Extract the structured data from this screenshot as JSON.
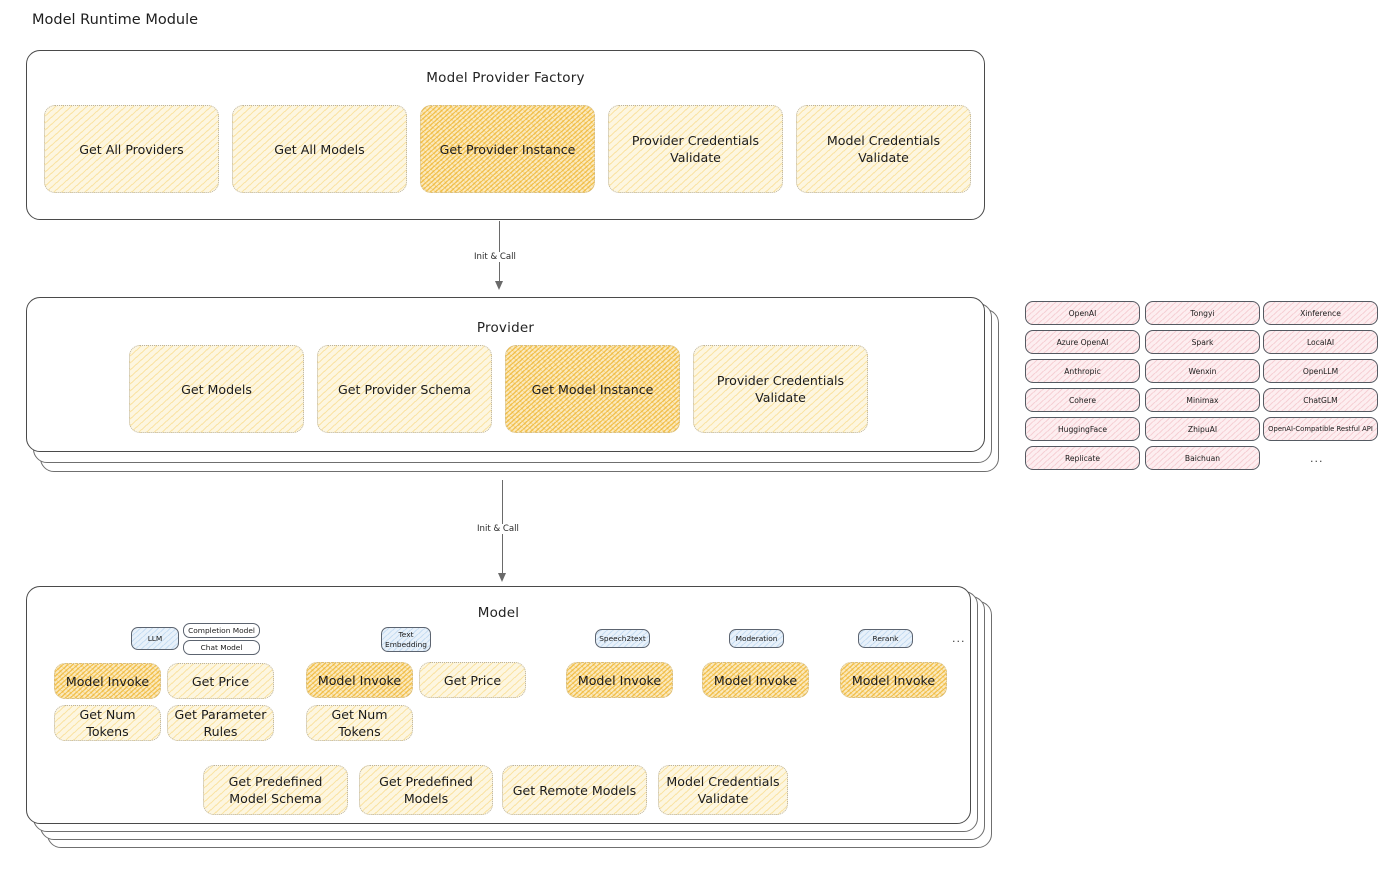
{
  "page": {
    "title": "Model Runtime Module"
  },
  "factory": {
    "title": "Model Provider Factory",
    "nodes": [
      {
        "label": "Get All Providers",
        "highlighted": false
      },
      {
        "label": "Get All Models",
        "highlighted": false
      },
      {
        "label": "Get Provider Instance",
        "highlighted": true
      },
      {
        "label": "Provider Credentials Validate",
        "highlighted": false
      },
      {
        "label": "Model Credentials Validate",
        "highlighted": false
      }
    ]
  },
  "arrows": [
    {
      "label": "Init & Call"
    },
    {
      "label": "Init & Call"
    }
  ],
  "provider": {
    "title": "Provider",
    "nodes": [
      {
        "label": "Get Models",
        "highlighted": false
      },
      {
        "label": "Get Provider Schema",
        "highlighted": false
      },
      {
        "label": "Get Model Instance",
        "highlighted": true
      },
      {
        "label": "Provider Credentials Validate",
        "highlighted": false
      }
    ]
  },
  "provider_list": {
    "columns": [
      [
        "OpenAI",
        "Azure OpenAI",
        "Anthropic",
        "Cohere",
        "HuggingFace",
        "Replicate"
      ],
      [
        "Tongyi",
        "Spark",
        "Wenxin",
        "Minimax",
        "ZhipuAI",
        "Baichuan"
      ],
      [
        "Xinference",
        "LocalAI",
        "OpenLLM",
        "ChatGLM",
        "OpenAI-Compatible Restful API"
      ]
    ],
    "more": "..."
  },
  "model": {
    "title": "Model",
    "more": "...",
    "capabilities": [
      {
        "badge": "LLM",
        "sub_badges": [
          "Completion Model",
          "Chat Model"
        ],
        "nodes": [
          {
            "label": "Model Invoke",
            "highlighted": true
          },
          {
            "label": "Get Price",
            "highlighted": false
          },
          {
            "label": "Get Num Tokens",
            "highlighted": false
          },
          {
            "label": "Get Parameter Rules",
            "highlighted": false
          }
        ]
      },
      {
        "badge": "Text Embedding",
        "sub_badges": [],
        "nodes": [
          {
            "label": "Model Invoke",
            "highlighted": true
          },
          {
            "label": "Get Price",
            "highlighted": false
          },
          {
            "label": "Get Num Tokens",
            "highlighted": false
          }
        ]
      },
      {
        "badge": "Speech2text",
        "sub_badges": [],
        "nodes": [
          {
            "label": "Model Invoke",
            "highlighted": true
          }
        ]
      },
      {
        "badge": "Moderation",
        "sub_badges": [],
        "nodes": [
          {
            "label": "Model Invoke",
            "highlighted": true
          }
        ]
      },
      {
        "badge": "Rerank",
        "sub_badges": [],
        "nodes": [
          {
            "label": "Model Invoke",
            "highlighted": true
          }
        ]
      }
    ],
    "common_nodes": [
      {
        "label": "Get Predefined Model Schema"
      },
      {
        "label": "Get Predefined Models"
      },
      {
        "label": "Get Remote Models"
      },
      {
        "label": "Model Credentials Validate"
      }
    ]
  },
  "colors": {
    "node_fill": "#fdf6e0",
    "node_fill_hot": "#fbe9bd",
    "badge_fill": "#e8f1fa",
    "chip_fill": "#fdeef0",
    "stroke": "#4a4a4a"
  }
}
